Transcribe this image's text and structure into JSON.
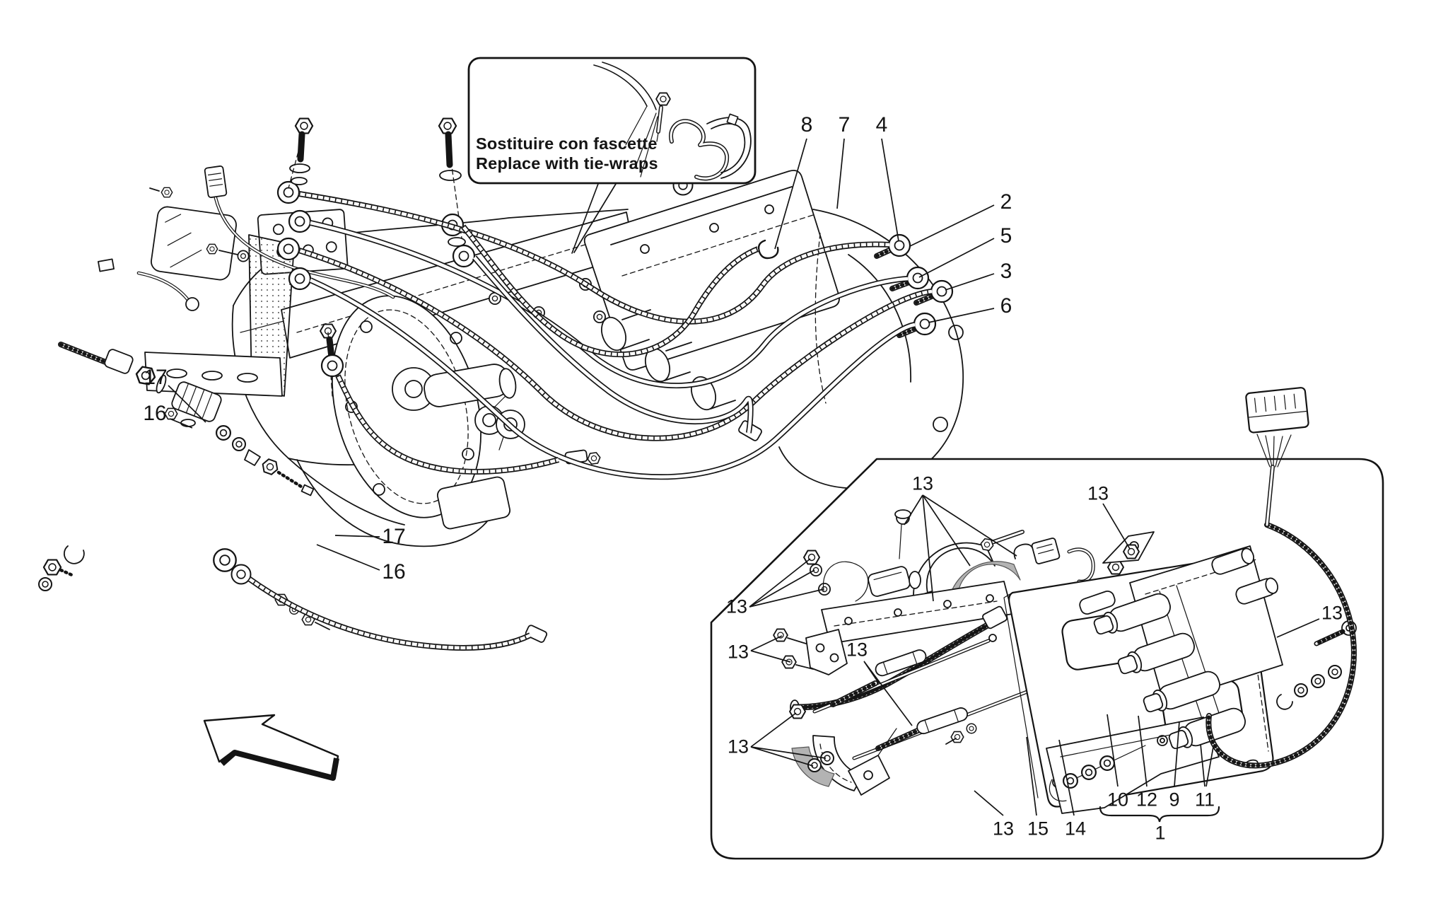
{
  "note": {
    "line1": "Sostituire con fascette",
    "line2": "Replace with tie-wraps"
  },
  "callouts": {
    "n1": "1",
    "n2": "2",
    "n3": "3",
    "n4": "4",
    "n5": "5",
    "n6": "6",
    "n7": "7",
    "n8": "8",
    "n9": "9",
    "n10": "10",
    "n11": "11",
    "n12": "12",
    "n13": "13",
    "n14": "14",
    "n15": "15",
    "n16": "16",
    "n17": "17"
  },
  "colors": {
    "line": "#141414",
    "paper": "#ffffff",
    "shade": "#b3b3b3"
  }
}
